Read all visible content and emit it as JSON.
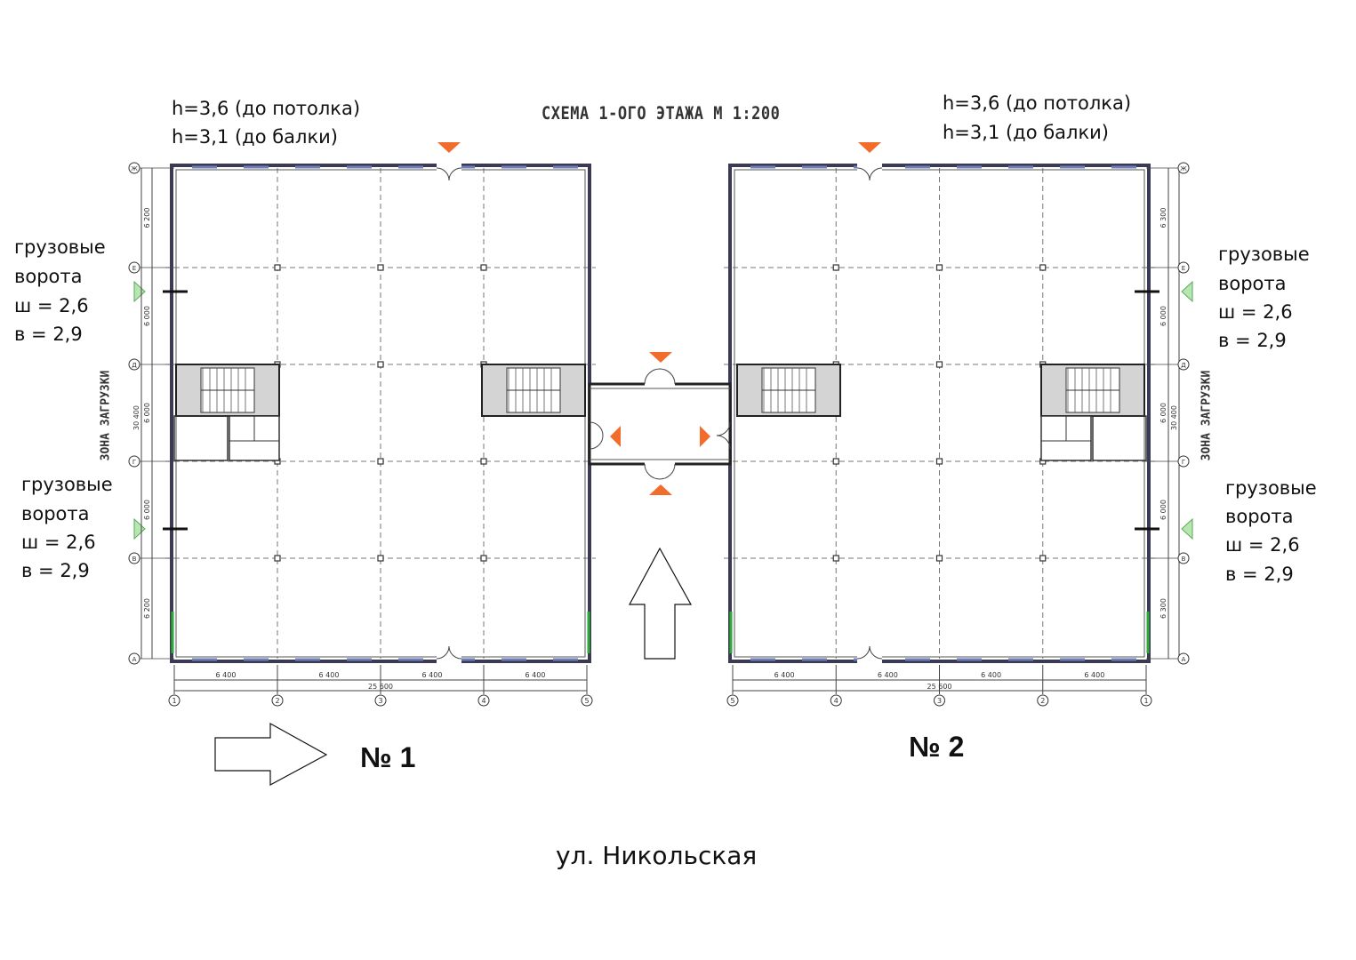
{
  "title": "СХЕМА 1-ОГО ЭТАЖА М 1:200",
  "street": "ул. Никольская",
  "buildings": [
    {
      "number": "№ 1",
      "height_ceiling": "h=3,6 (до потолка)",
      "height_beam": "h=3,1  (до балки)",
      "zone_label": "ЗОНА ЗАГРУЗКИ",
      "gates": [
        {
          "title1": "грузовые",
          "title2": "ворота",
          "width": "ш = 2,6",
          "height": " в = 2,9"
        },
        {
          "title1": "грузовые",
          "title2": "ворота",
          "width": "ш = 2,6",
          "height": " в = 2,9"
        }
      ],
      "dim_x": [
        "6 400",
        "6 400",
        "6 400",
        "6 400"
      ],
      "dim_total_x": "25 600",
      "dim_y": [
        "6 200",
        "6 000",
        "6 000",
        "6 000",
        "6 200"
      ],
      "dim_total_y": "30 400",
      "axes_x": [
        "1",
        "2",
        "3",
        "4",
        "5"
      ],
      "axes_y": [
        "Ж",
        "Е",
        "Д",
        "Г",
        "В",
        "А"
      ]
    },
    {
      "number": "№ 2",
      "height_ceiling": "h=3,6 (до потолка)",
      "height_beam": "h=3,1  (до балки)",
      "zone_label": "ЗОНА ЗАГРУЗКИ",
      "gates": [
        {
          "title1": "грузовые",
          "title2": "ворота",
          "width": "ш = 2,6",
          "height": " в = 2,9"
        },
        {
          "title1": "грузовые",
          "title2": "ворота",
          "width": "ш = 2,6",
          "height": " в = 2,9"
        }
      ],
      "dim_x": [
        "6 400",
        "6 400",
        "6 400",
        "6 400"
      ],
      "dim_total_x": "25 600",
      "dim_y": [
        "6 300",
        "6 000",
        "6 000",
        "6 000",
        "6 300"
      ],
      "dim_total_y": "30 400",
      "axes_x": [
        "5",
        "4",
        "3",
        "2",
        "1"
      ],
      "axes_y": [
        "Ж",
        "Е",
        "Д",
        "Г",
        "В",
        "А"
      ]
    }
  ],
  "colors": {
    "entrance_arrow": "#f26d2b",
    "gate_arrow": "#b8e6b0",
    "gate_arrow_stroke": "#5aa85a",
    "stair_fill": "#d4d4d4",
    "wall": "#3a3a55"
  }
}
